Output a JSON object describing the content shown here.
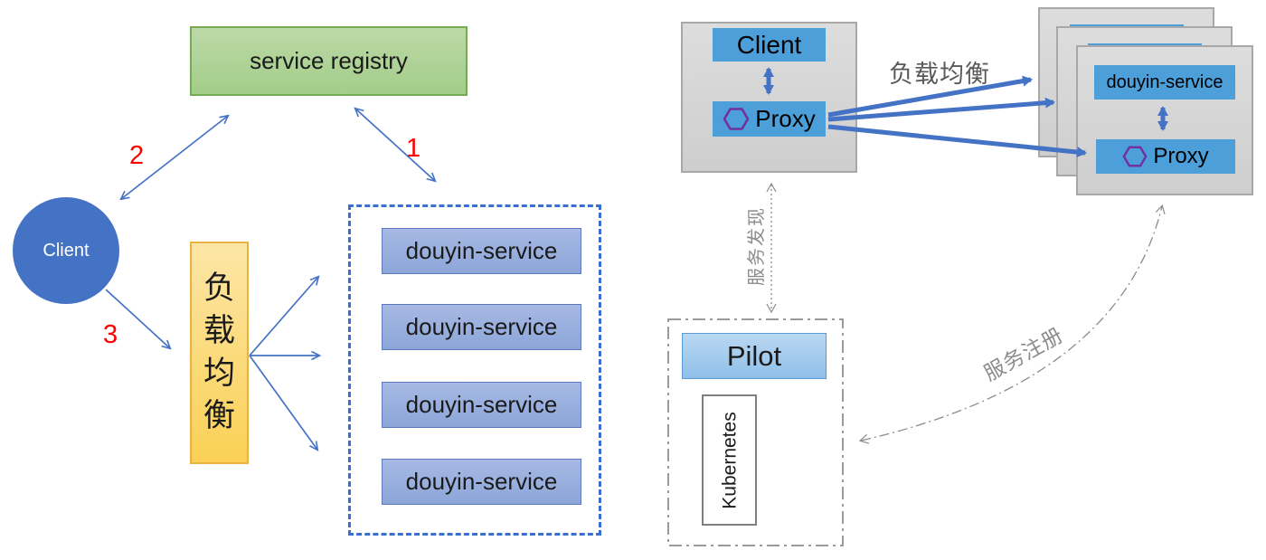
{
  "left": {
    "registry_label": "service registry",
    "client_label": "Client",
    "load_balancer_label": "负载均衡",
    "step_labels": {
      "one": "1",
      "two": "2",
      "three": "3"
    },
    "services": [
      "douyin-service",
      "douyin-service",
      "douyin-service",
      "douyin-service"
    ]
  },
  "right": {
    "client_panel": {
      "client_label": "Client",
      "proxy_label": "Proxy"
    },
    "load_balance_label": "负载均衡",
    "service_panel": {
      "service_label": "douyin-service",
      "proxy_label": "Proxy"
    },
    "service_discovery_label": "服务发现",
    "service_registration_label": "服务注册",
    "pilot_panel": {
      "pilot_label": "Pilot",
      "kubernetes_label": "Kubernetes"
    }
  },
  "icons": {
    "proxy_icon": "hexagon-icon"
  },
  "colors": {
    "accent_blue_arrow": "#4472c4",
    "registry_green": "#a3cd89",
    "registry_border_green": "#76ab55",
    "client_circle_blue": "#4472c4",
    "load_balancer_orange": "#fad966",
    "service_box_fill": "#8faadc",
    "dashed_border_blue": "#3a6fd0",
    "right_box_blue": "#4d9fd9",
    "gray_panel": "#d6d6d6",
    "pilot_fill_blue": "#9dc3e6",
    "hexagon_purple": "#7030a0",
    "step_label_red": "#ff0000",
    "gray_arrow": "#8c8c8c"
  }
}
